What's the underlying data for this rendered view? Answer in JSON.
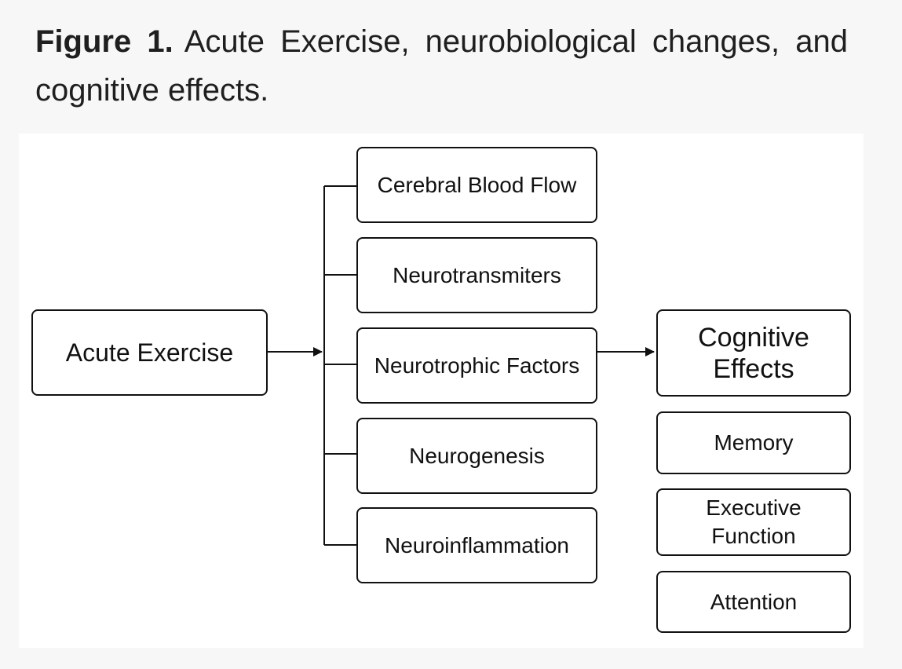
{
  "caption": {
    "label": "Figure 1.",
    "text": "Acute Exercise, neurobiological changes, and cognitive effects."
  },
  "diagram": {
    "source": "Acute Exercise",
    "mechanisms": [
      "Cerebral Blood Flow",
      "Neurotransmiters",
      "Neurotrophic Factors",
      "Neurogenesis",
      "Neuroinflammation"
    ],
    "outcome": {
      "line1": "Cognitive",
      "line2": "Effects"
    },
    "effects": {
      "memory": "Memory",
      "executive_line1": "Executive",
      "executive_line2": "Function",
      "attention": "Attention"
    }
  }
}
